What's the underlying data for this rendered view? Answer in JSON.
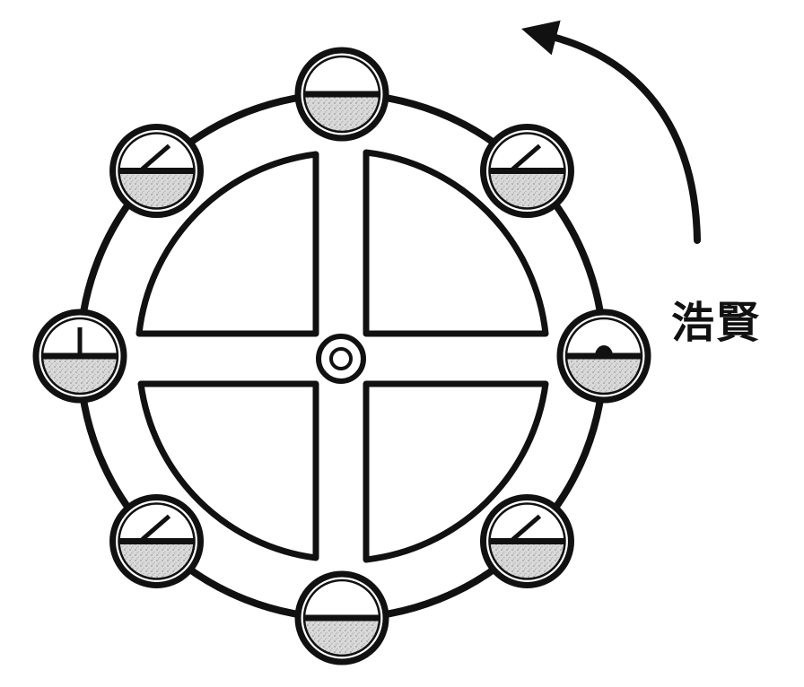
{
  "figure": {
    "label": "浩賢",
    "rotation_direction": "counterclockwise",
    "paddle_count": 8,
    "spoke_count": 4
  },
  "colors": {
    "ink": "#111111",
    "fill": "#d6d6d6",
    "background": "#ffffff"
  },
  "icons": {
    "arrow": "curved-arrow-icon",
    "hub": "hub-icon"
  }
}
